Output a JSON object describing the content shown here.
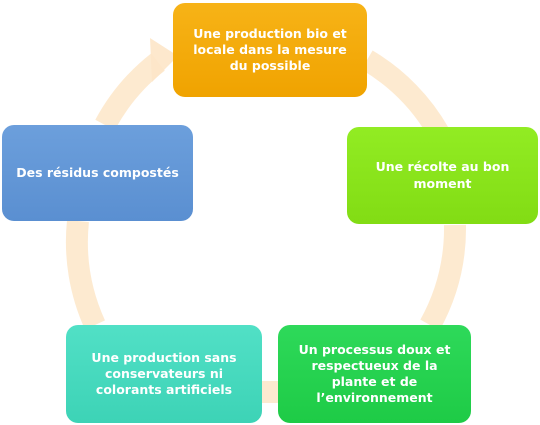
{
  "cycle": {
    "ring_color": "#fde6c8",
    "nodes": [
      {
        "text": "Une production bio et locale dans la mesure du possible",
        "color": "#f5ac08"
      },
      {
        "text": "Une récolte au bon moment",
        "color": "#88e21a"
      },
      {
        "text": "Un processus doux et respectueux de la plante et de l’environnement",
        "color": "#23d04e"
      },
      {
        "text": "Une production sans conservateurs ni colorants artificiels",
        "color": "#45d8bc"
      },
      {
        "text": "Des résidus compostés",
        "color": "#6397d6"
      }
    ]
  }
}
